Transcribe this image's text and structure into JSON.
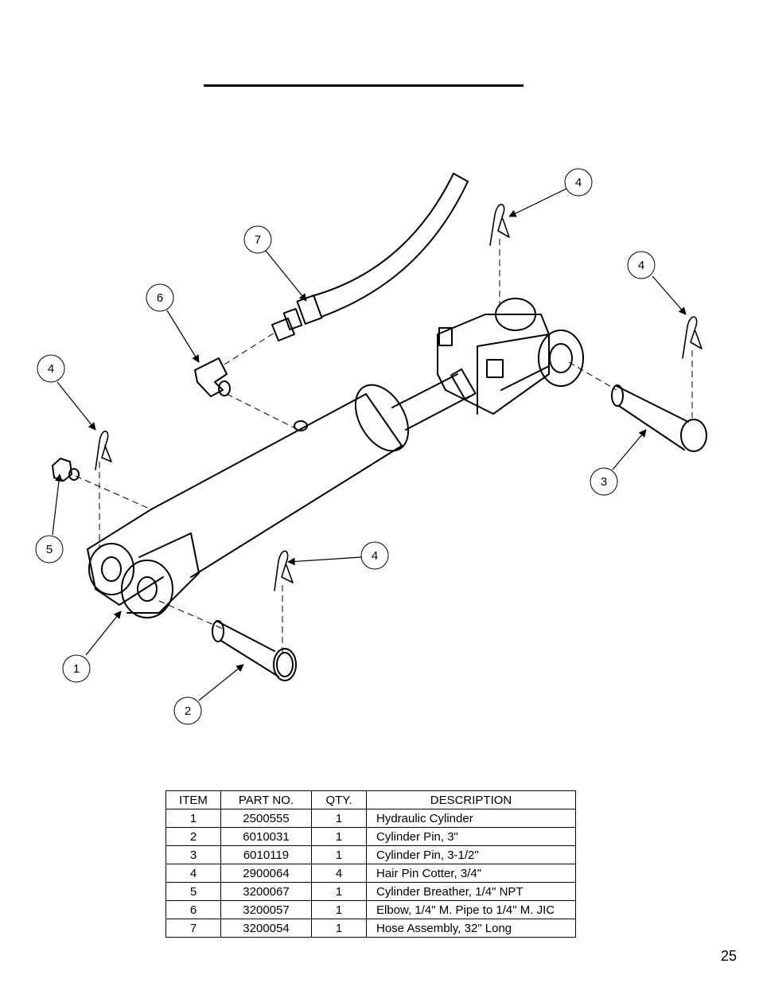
{
  "page": {
    "number": "25"
  },
  "callouts": [
    {
      "id": "callout-7",
      "label": "7"
    },
    {
      "id": "callout-6",
      "label": "6"
    },
    {
      "id": "callout-4a",
      "label": "4"
    },
    {
      "id": "callout-4b",
      "label": "4"
    },
    {
      "id": "callout-4c",
      "label": "4"
    },
    {
      "id": "callout-4d",
      "label": "4"
    },
    {
      "id": "callout-5",
      "label": "5"
    },
    {
      "id": "callout-1",
      "label": "1"
    },
    {
      "id": "callout-2",
      "label": "2"
    },
    {
      "id": "callout-3",
      "label": "3"
    }
  ],
  "table": {
    "headers": [
      "ITEM",
      "PART NO.",
      "QTY.",
      "DESCRIPTION"
    ],
    "rows": [
      [
        "1",
        "2500555",
        "1",
        "Hydraulic Cylinder"
      ],
      [
        "2",
        "6010031",
        "1",
        "Cylinder Pin, 3\""
      ],
      [
        "3",
        "6010119",
        "1",
        "Cylinder Pin, 3-1/2\""
      ],
      [
        "4",
        "2900064",
        "4",
        "Hair Pin Cotter, 3/4\""
      ],
      [
        "5",
        "3200067",
        "1",
        "Cylinder Breather, 1/4\" NPT"
      ],
      [
        "6",
        "3200057",
        "1",
        "Elbow, 1/4\" M. Pipe to 1/4\" M. JIC"
      ],
      [
        "7",
        "3200054",
        "1",
        "Hose Assembly, 32\" Long"
      ]
    ]
  }
}
